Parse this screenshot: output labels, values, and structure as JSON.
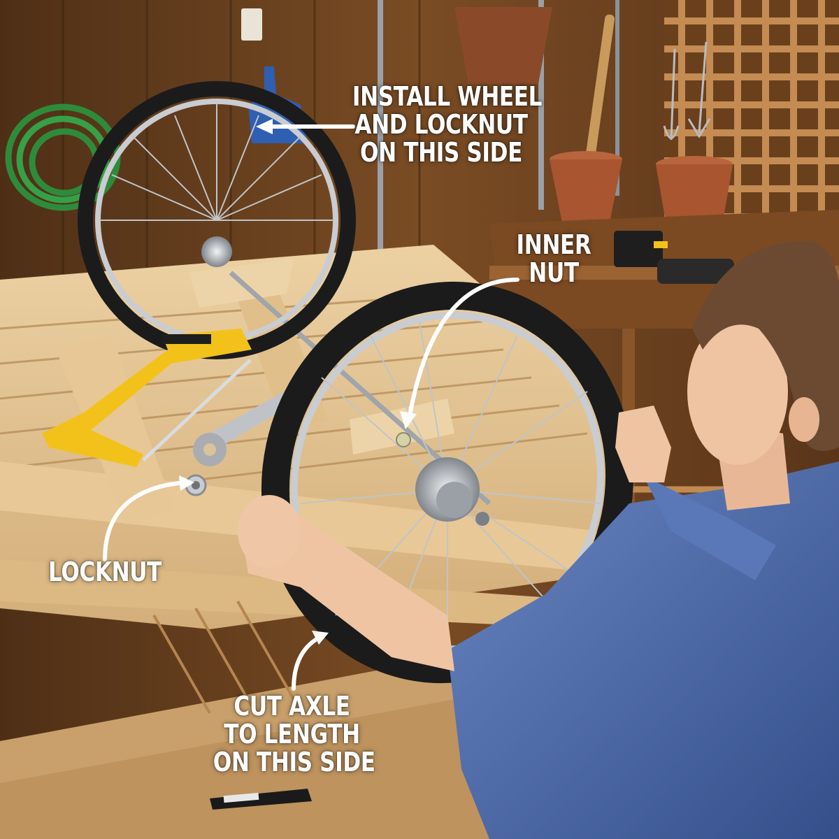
{
  "photo": {
    "subject": "woman-mounting-wheel-on-wooden-cart-frame",
    "colors": {
      "label_text": "#ffffff",
      "arrow": "#ffffff",
      "wall_wood": "#6b4220",
      "lumber": "#e3c392",
      "tire": "#1b1b1b",
      "rim": "#c9ccd0",
      "shirt": "#4b6ba8",
      "saw_frame": "#f2c21b"
    }
  },
  "callouts": {
    "install_wheel": {
      "lines": [
        "INSTALL WHEEL",
        "AND LOCKNUT",
        "ON THIS SIDE"
      ]
    },
    "inner_nut": {
      "lines": [
        "INNER",
        "NUT"
      ]
    },
    "locknut": {
      "lines": [
        "LOCKNUT"
      ]
    },
    "cut_axle": {
      "lines": [
        "CUT AXLE",
        "TO LENGTH",
        "ON THIS SIDE"
      ]
    }
  }
}
